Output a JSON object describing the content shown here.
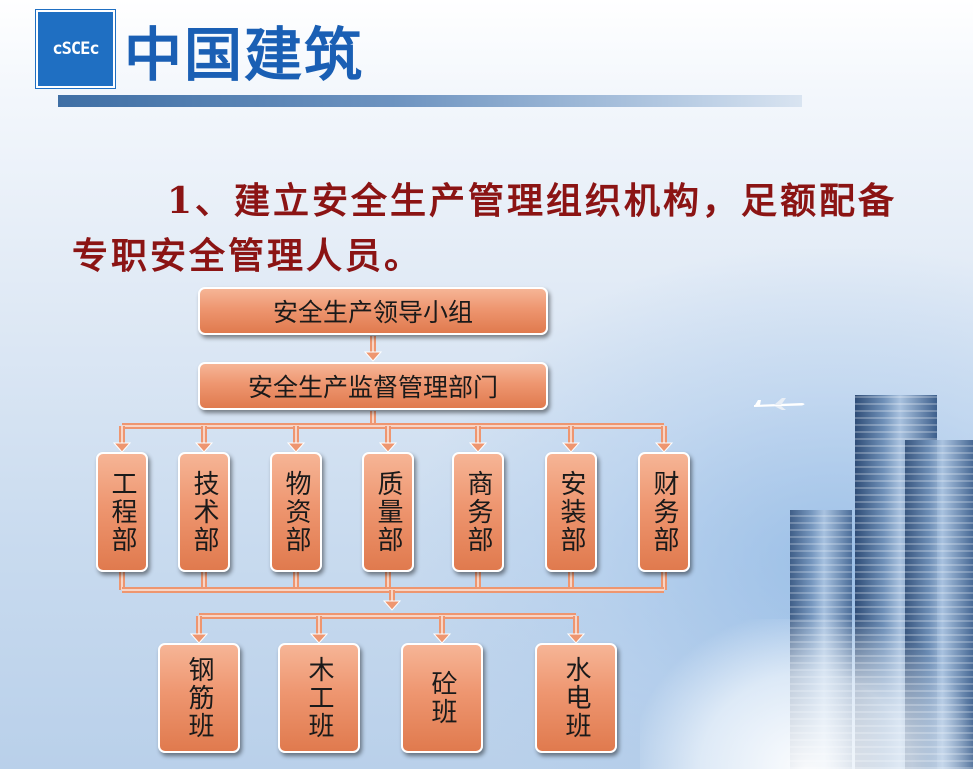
{
  "header": {
    "brand_logo": "cSCEc",
    "brand_name": "中国建筑"
  },
  "heading": {
    "line1": "1、建立安全生产管理组织机构，足额配备",
    "line2": "专职安全管理人员。"
  },
  "org": {
    "leader": "安全生产领导小组",
    "supervisor": "安全生产监督管理部门",
    "departments": [
      "工程部",
      "技术部",
      "物资部",
      "质量部",
      "商务部",
      "安装部",
      "财务部"
    ],
    "teams": [
      "钢筋班",
      "木工班",
      "砼班",
      "水电班"
    ]
  },
  "colors": {
    "box_fill": "#ee9670",
    "heading_text": "#8b1414",
    "brand_blue": "#1a5fb4"
  }
}
